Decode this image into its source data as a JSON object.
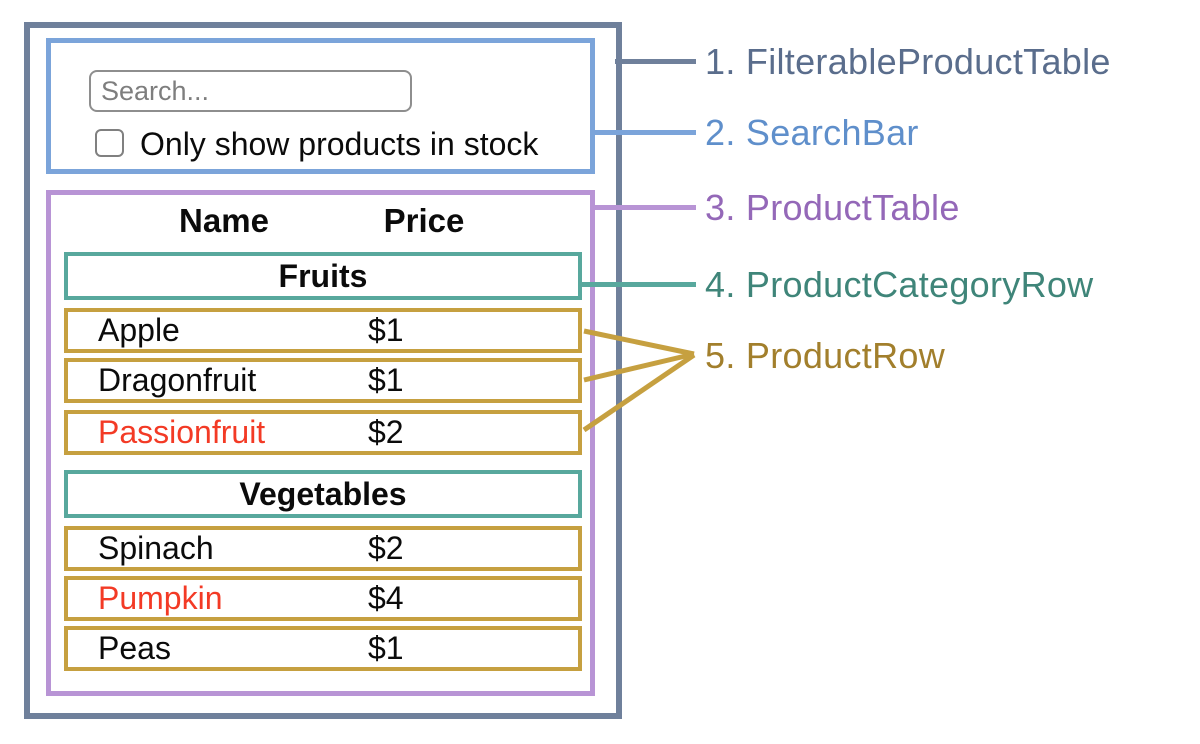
{
  "search_bar": {
    "search_placeholder": "Search...",
    "checkbox_label": "Only show products in stock",
    "checkbox_checked": false
  },
  "product_table": {
    "header": {
      "name": "Name",
      "price": "Price"
    },
    "categories": [
      {
        "label": "Fruits",
        "rows": [
          {
            "name": "Apple",
            "price": "$1",
            "out_of_stock": false
          },
          {
            "name": "Dragonfruit",
            "price": "$1",
            "out_of_stock": false
          },
          {
            "name": "Passionfruit",
            "price": "$2",
            "out_of_stock": true
          }
        ]
      },
      {
        "label": "Vegetables",
        "rows": [
          {
            "name": "Spinach",
            "price": "$2",
            "out_of_stock": false
          },
          {
            "name": "Pumpkin",
            "price": "$4",
            "out_of_stock": true
          },
          {
            "name": "Peas",
            "price": "$1",
            "out_of_stock": false
          }
        ]
      }
    ]
  },
  "legend": [
    {
      "text": "1. FilterableProductTable",
      "color": "#5A6D8C"
    },
    {
      "text": "2. SearchBar",
      "color": "#5F8FCB"
    },
    {
      "text": "3. ProductTable",
      "color": "#9468B8"
    },
    {
      "text": "4. ProductCategoryRow",
      "color": "#3F8579"
    },
    {
      "text": "5. ProductRow",
      "color": "#A27F2C"
    }
  ],
  "colors": {
    "filterable_product_table_border": "#6F809B",
    "search_bar_border": "#7BA4DA",
    "product_table_border": "#B894D5",
    "product_category_row_border": "#58A89D",
    "product_row_border": "#C6A040",
    "out_of_stock_text": "#F33A25"
  }
}
